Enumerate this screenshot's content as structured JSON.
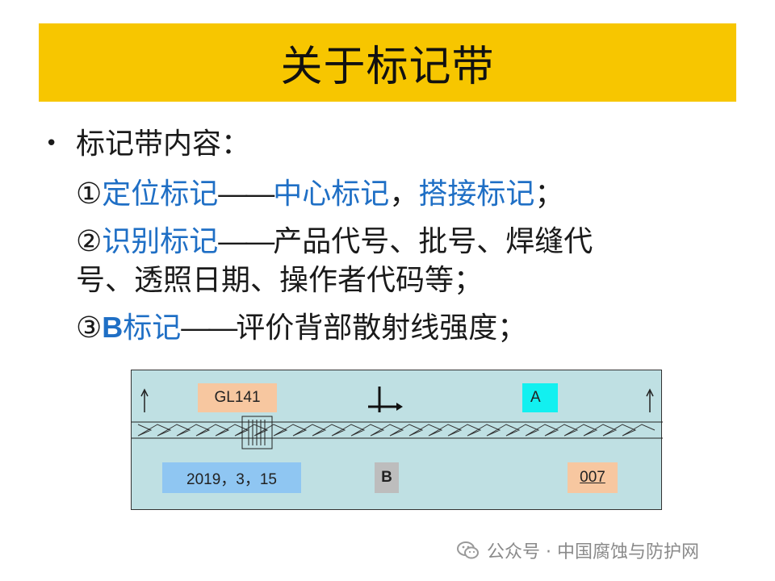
{
  "title": "关于标记带",
  "bullet": "•",
  "heading": "标记带内容：",
  "items": [
    {
      "num": "①",
      "label": "定位标记",
      "dash": "——",
      "desc_a": "中心标记",
      "sep": "，",
      "desc_b": "搭接标记",
      "end": "；"
    },
    {
      "num": "②",
      "label": "识别标记",
      "dash": "——",
      "desc": "产品代号、批号、焊缝代",
      "desc_cont": "号、透照日期、操作者代码等；"
    },
    {
      "num": "③",
      "label_b": "B",
      "label": "标记",
      "dash": "——",
      "desc": "评价背部散射线强度；"
    }
  ],
  "diagram": {
    "product_code": "GL141",
    "mark_a": "A",
    "date": "2019，3，15",
    "mark_b": "B",
    "operator_code": "007"
  },
  "watermark": {
    "icon": "wechat-icon",
    "text": "公众号 · 中国腐蚀与防护网"
  },
  "colors": {
    "title_bg": "#f7c600",
    "accent_blue": "#1f6fc5",
    "diagram_bg": "#bfe0e3"
  }
}
